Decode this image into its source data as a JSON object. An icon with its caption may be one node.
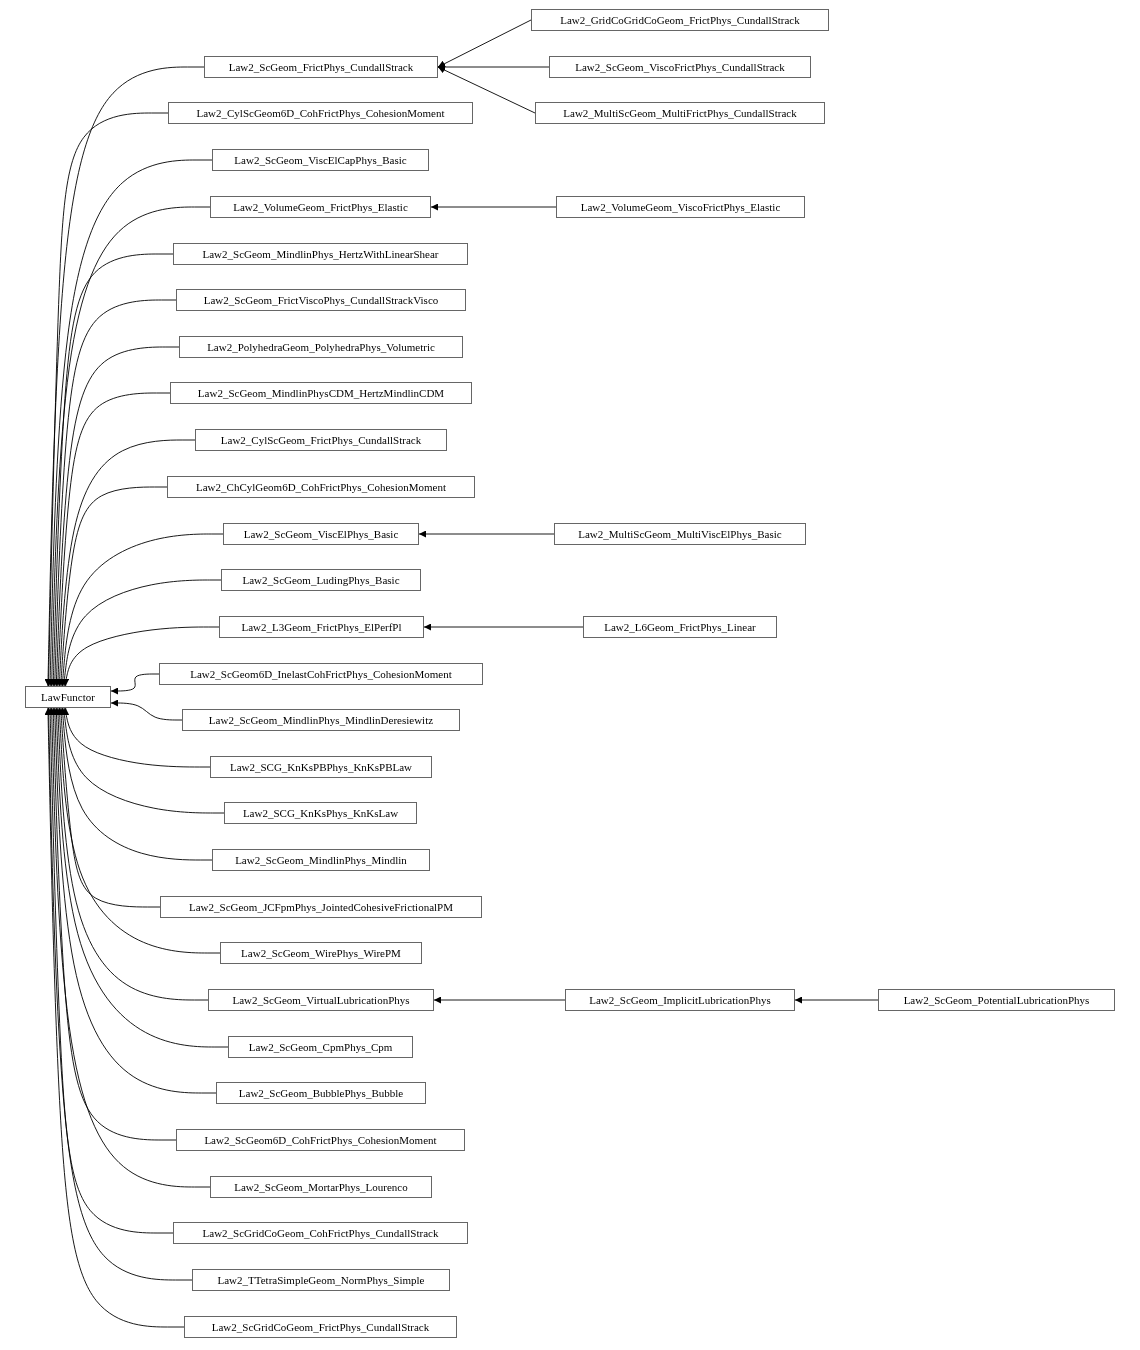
{
  "diagram": {
    "nodes": [
      {
        "text": [
          "LawFunctor"
        ]
      },
      {
        "text": [
          "Law2_ScGeom_FrictPhys_CundallStrack"
        ]
      },
      {
        "text": [
          "Law2_CylScGeom6D_CohFrictPhys_CohesionMoment"
        ]
      },
      {
        "text": [
          "Law2_ScGeom_ViscElCapPhys_Basic"
        ]
      },
      {
        "text": [
          "Law2_VolumeGeom_FrictPhys_Elastic"
        ]
      },
      {
        "text": [
          "Law2_ScGeom_MindlinPhys_HertzWithLinearShear"
        ]
      },
      {
        "text": [
          "Law2_ScGeom_FrictViscoPhys_CundallStrackVisco"
        ]
      },
      {
        "text": [
          "Law2_PolyhedraGeom_PolyhedraPhys_Volumetric"
        ]
      },
      {
        "text": [
          "Law2_ScGeom_MindlinPhysCDM_HertzMindlinCDM"
        ]
      },
      {
        "text": [
          "Law2_CylScGeom_FrictPhys_CundallStrack"
        ]
      },
      {
        "text": [
          "Law2_ChCylGeom6D_CohFrictPhys_CohesionMoment"
        ]
      },
      {
        "text": [
          "Law2_ScGeom_ViscElPhys_Basic"
        ]
      },
      {
        "text": [
          "Law2_ScGeom_LudingPhys_Basic"
        ]
      },
      {
        "text": [
          "Law2_L3Geom_FrictPhys_ElPerfPl"
        ]
      },
      {
        "text": [
          "Law2_ScGeom6D_InelastCohFrictPhys_CohesionMoment"
        ]
      },
      {
        "text": [
          "Law2_ScGeom_MindlinPhys_MindlinDeresiewitz"
        ]
      },
      {
        "text": [
          "Law2_SCG_KnKsPBPhys_KnKsPBLaw"
        ]
      },
      {
        "text": [
          "Law2_SCG_KnKsPhys_KnKsLaw"
        ]
      },
      {
        "text": [
          "Law2_ScGeom_MindlinPhys_Mindlin"
        ]
      },
      {
        "text": [
          "Law2_ScGeom_JCFpmPhys_JointedCohesiveFrictionalPM"
        ]
      },
      {
        "text": [
          "Law2_ScGeom_WirePhys_WirePM"
        ]
      },
      {
        "text": [
          "Law2_ScGeom_VirtualLubricationPhys"
        ]
      },
      {
        "text": [
          "Law2_ScGeom_CpmPhys_Cpm"
        ]
      },
      {
        "text": [
          "Law2_ScGeom_BubblePhys_Bubble"
        ]
      },
      {
        "text": [
          "Law2_ScGeom6D_CohFrictPhys_CohesionMoment"
        ]
      },
      {
        "text": [
          "Law2_ScGeom_MortarPhys_Lourenco"
        ]
      },
      {
        "text": [
          "Law2_ScGridCoGeom_CohFrictPhys_CundallStrack"
        ]
      },
      {
        "text": [
          "Law2_TTetraSimpleGeom_NormPhys_Simple"
        ]
      },
      {
        "text": [
          "Law2_ScGridCoGeom_FrictPhys_CundallStrack"
        ]
      },
      {
        "text": [
          "Law2_GridCoGridCoGeom_FrictPhys_CundallStrack"
        ]
      },
      {
        "text": [
          "Law2_ScGeom_ViscoFrictPhys_CundallStrack"
        ]
      },
      {
        "text": [
          "Law2_MultiScGeom_MultiFrictPhys_CundallStrack"
        ]
      },
      {
        "text": [
          "Law2_VolumeGeom_ViscoFrictPhys_Elastic"
        ]
      },
      {
        "text": [
          "Law2_MultiScGeom_MultiViscElPhys_Basic"
        ]
      },
      {
        "text": [
          "Law2_L6Geom_FrictPhys_Linear"
        ]
      },
      {
        "text": [
          "Law2_ScGeom_ImplicitLubricationPhys"
        ]
      },
      {
        "text": [
          "Law2_ScGeom_PotentialLubricationPhys"
        ]
      }
    ],
    "edges": [
      {
        "from": 1,
        "to": 0,
        "arrow": "to"
      },
      {
        "from": 2,
        "to": 0,
        "arrow": "to"
      },
      {
        "from": 3,
        "to": 0,
        "arrow": "to"
      },
      {
        "from": 4,
        "to": 0,
        "arrow": "to"
      },
      {
        "from": 5,
        "to": 0,
        "arrow": "to"
      },
      {
        "from": 6,
        "to": 0,
        "arrow": "to"
      },
      {
        "from": 7,
        "to": 0,
        "arrow": "to"
      },
      {
        "from": 8,
        "to": 0,
        "arrow": "to"
      },
      {
        "from": 9,
        "to": 0,
        "arrow": "to"
      },
      {
        "from": 10,
        "to": 0,
        "arrow": "to"
      },
      {
        "from": 11,
        "to": 0,
        "arrow": "to"
      },
      {
        "from": 12,
        "to": 0,
        "arrow": "to"
      },
      {
        "from": 13,
        "to": 0,
        "arrow": "to"
      },
      {
        "from": 14,
        "to": 0,
        "arrow": "to"
      },
      {
        "from": 15,
        "to": 0,
        "arrow": "to"
      },
      {
        "from": 16,
        "to": 0,
        "arrow": "to"
      },
      {
        "from": 17,
        "to": 0,
        "arrow": "to"
      },
      {
        "from": 18,
        "to": 0,
        "arrow": "to"
      },
      {
        "from": 19,
        "to": 0,
        "arrow": "to"
      },
      {
        "from": 20,
        "to": 0,
        "arrow": "to"
      },
      {
        "from": 21,
        "to": 0,
        "arrow": "to"
      },
      {
        "from": 22,
        "to": 0,
        "arrow": "to"
      },
      {
        "from": 23,
        "to": 0,
        "arrow": "to"
      },
      {
        "from": 24,
        "to": 0,
        "arrow": "to"
      },
      {
        "from": 25,
        "to": 0,
        "arrow": "to"
      },
      {
        "from": 26,
        "to": 0,
        "arrow": "to"
      },
      {
        "from": 27,
        "to": 0,
        "arrow": "to"
      },
      {
        "from": 28,
        "to": 0,
        "arrow": "to"
      },
      {
        "from": 29,
        "to": 1,
        "arrow": "to"
      },
      {
        "from": 30,
        "to": 1,
        "arrow": "to"
      },
      {
        "from": 31,
        "to": 1,
        "arrow": "to"
      },
      {
        "from": 32,
        "to": 4,
        "arrow": "to"
      },
      {
        "from": 33,
        "to": 11,
        "arrow": "to"
      },
      {
        "from": 34,
        "to": 13,
        "arrow": "to"
      },
      {
        "from": 35,
        "to": 21,
        "arrow": "to"
      },
      {
        "from": 36,
        "to": 35,
        "arrow": "to"
      }
    ]
  }
}
